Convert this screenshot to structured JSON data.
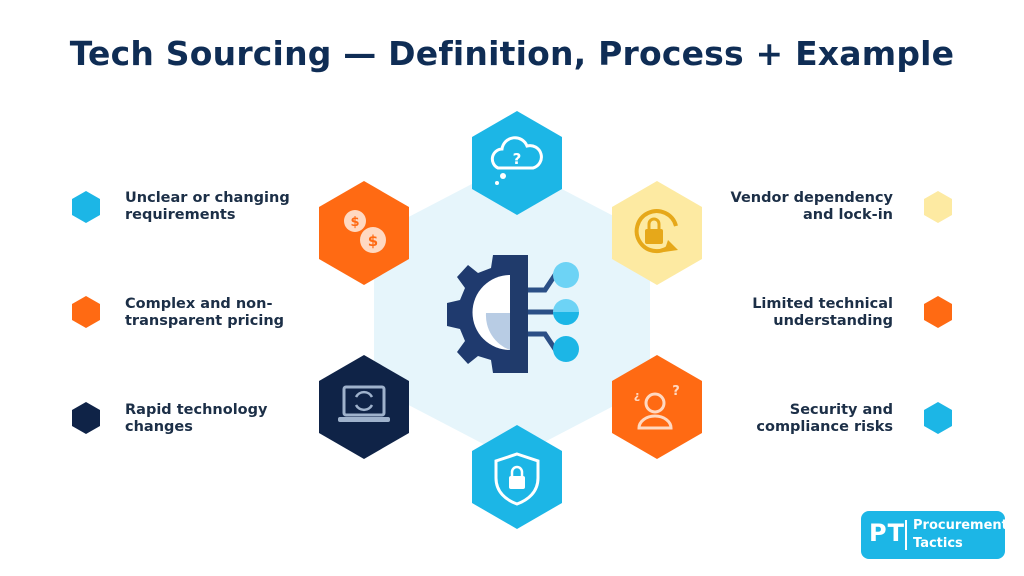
{
  "title": "Tech Sourcing — Definition, Process + Example",
  "colors": {
    "navy": "#0f2d55",
    "cyan": "#1cb6e6",
    "orange": "#ff6a13",
    "yellow": "#fdeaa2",
    "dark": "#0f2347",
    "pale": "#e6f5fb",
    "gear": "#1f3a6e",
    "node": "#6dd3f5"
  },
  "left_items": [
    {
      "line1": "Unclear or changing",
      "line2": "requirements",
      "color": "cyan"
    },
    {
      "line1": "Complex and non-",
      "line2": "transparent pricing",
      "color": "orange"
    },
    {
      "line1": "Rapid technology",
      "line2": "changes",
      "color": "dark"
    }
  ],
  "right_items": [
    {
      "line1": "Vendor dependency",
      "line2": "and lock-in",
      "color": "yellow"
    },
    {
      "line1": "Limited technical",
      "line2": "understanding",
      "color": "orange"
    },
    {
      "line1": "Security and",
      "line2": "compliance risks",
      "color": "cyan"
    }
  ],
  "center_icon": "gear-network-icon",
  "hexagons": [
    {
      "name": "hex-top",
      "color": "cyan",
      "icon": "question-cloud-icon"
    },
    {
      "name": "hex-upper-left",
      "color": "orange",
      "icon": "dollar-coins-icon"
    },
    {
      "name": "hex-upper-right",
      "color": "yellow",
      "icon": "lock-refresh-icon"
    },
    {
      "name": "hex-lower-left",
      "color": "dark",
      "icon": "laptop-sync-icon"
    },
    {
      "name": "hex-lower-right",
      "color": "orange",
      "icon": "confused-person-icon"
    },
    {
      "name": "hex-bottom",
      "color": "cyan",
      "icon": "shield-lock-icon"
    }
  ],
  "logo": {
    "initials": "PT",
    "word1": "Procurement",
    "word2": "Tactics"
  }
}
